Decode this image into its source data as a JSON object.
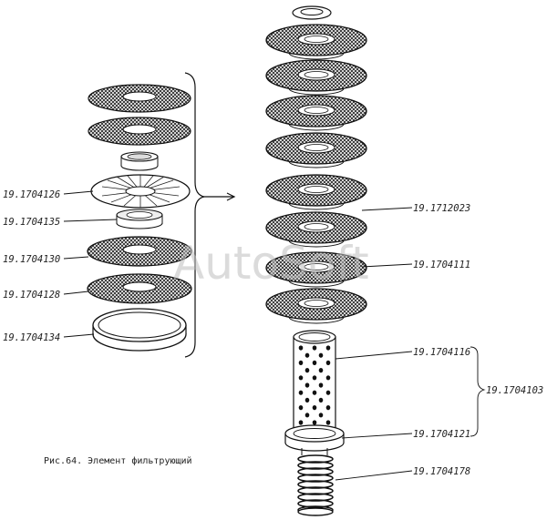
{
  "labels": {
    "l_126": "19.1704126",
    "l_135": "19.1704135",
    "l_130": "19.1704130",
    "l_128": "19.1704128",
    "l_134": "19.1704134",
    "l_023": "19.1712023",
    "l_111": "19.1704111",
    "l_116": "19.1704116",
    "l_103": "19.1704103",
    "l_121": "19.1704121",
    "l_178": "19.1704178"
  },
  "caption": "Рис.64. Элемент фильтрующий",
  "watermark": "AutoSoft"
}
